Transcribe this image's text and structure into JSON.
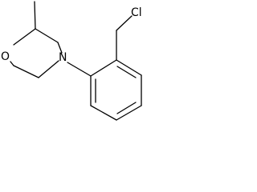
{
  "molecule": {
    "atoms": {
      "oxygen": "O",
      "nitrogen": "N",
      "chlorine": "Cl"
    },
    "colors": {
      "bond": "#000000",
      "label": "#000000",
      "background": "#ffffff"
    }
  }
}
